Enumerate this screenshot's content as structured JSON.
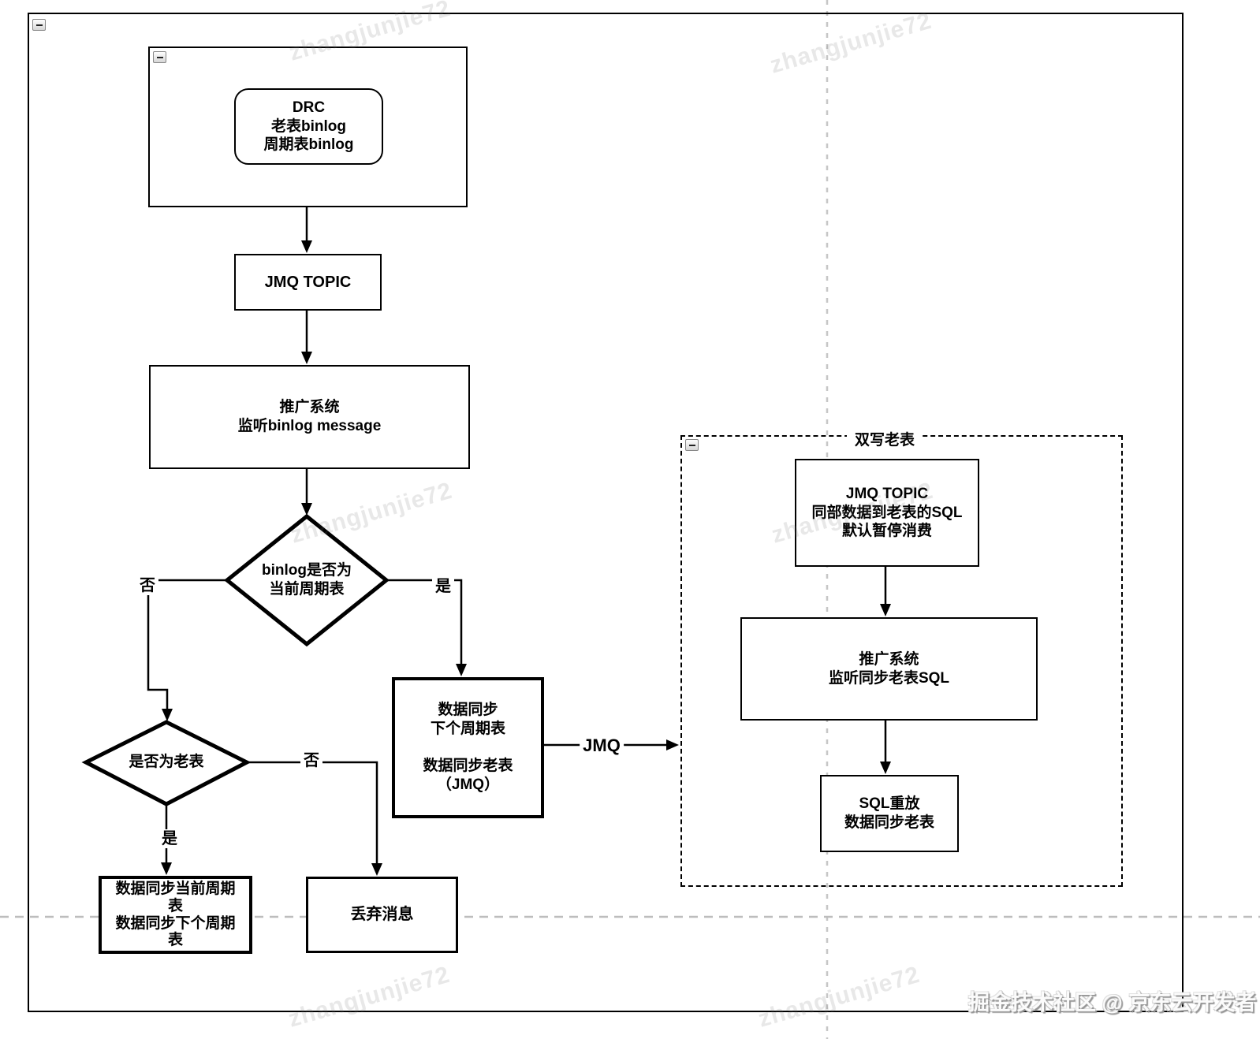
{
  "watermark": {
    "tile_text": "zhangjunjie72",
    "brand_text": "掘金技术社区 @ 京东云开发者"
  },
  "colors": {
    "stroke": "#000000",
    "node_fill": "#ffffff",
    "guide_dash_gray": "#c6c6c6",
    "watermark_gray": "#e0e0e0"
  },
  "flowchart": {
    "group_title": "双写老表",
    "nodes": {
      "drc": "DRC\n老表binlog\n周期表binlog",
      "jmq_topic": "JMQ TOPIC",
      "promo_listen_binlog": "推广系统\n监听binlog message",
      "decision_is_current_cycle": "binlog是否为\n当前周期表",
      "decision_is_old_table": "是否为老表",
      "sync_current_cycle": "数据同步当前周期\n表\n数据同步下个周期\n表",
      "discard_message": "丢弃消息",
      "sync_next_cycle": "数据同步\n下个周期表\n\n数据同步老表\n（JMQ）",
      "jmq_topic_old_sql": "JMQ TOPIC\n同部数据到老表的SQL\n默认暂停消费",
      "promo_listen_sql": "推广系统\n监听同步老表SQL",
      "sql_replay": "SQL重放\n数据同步老表"
    },
    "edge_labels": {
      "no_1": "否",
      "yes_1": "是",
      "no_2": "否",
      "yes_2": "是",
      "jmq": "JMQ"
    }
  }
}
